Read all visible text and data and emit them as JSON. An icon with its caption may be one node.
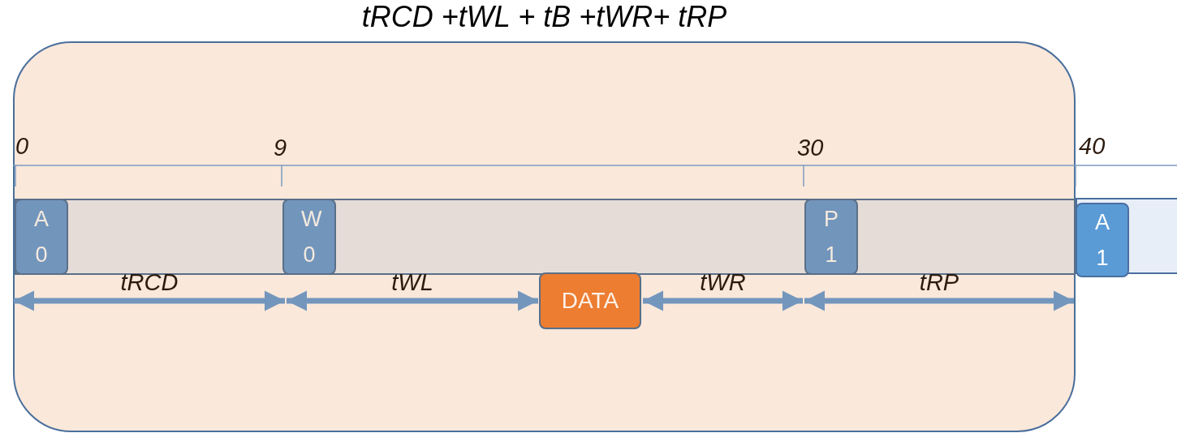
{
  "diagram": {
    "nodes": [
      {
        "text": [
          "tRCD +tWL + tB +tWR+ tRP"
        ]
      },
      {
        "text": [],
        "shape": "bar",
        "in": 0
      },
      {
        "text": [
          "A 0"
        ],
        "in": 1
      },
      {
        "text": [
          "W 0"
        ],
        "in": 1
      },
      {
        "text": [
          "P 1"
        ],
        "in": 1
      },
      {
        "text": [
          "DATA"
        ],
        "in": 0
      },
      {
        "text": [],
        "shape": "bar"
      },
      {
        "text": [
          "A 1"
        ],
        "in": 6
      }
    ],
    "edges": [
      {
        "from": 2,
        "to": 3,
        "arrow": "both",
        "label": "tRCD"
      },
      {
        "from": 3,
        "to": 5,
        "arrow": "both",
        "label": "tWL"
      },
      {
        "from": 5,
        "to": 4,
        "arrow": "both",
        "label": "tWR"
      },
      {
        "from": 4,
        "to": 7,
        "arrow": "both",
        "label": "tRP"
      }
    ],
    "labels": [
      "0",
      "9",
      "30",
      "40"
    ]
  }
}
